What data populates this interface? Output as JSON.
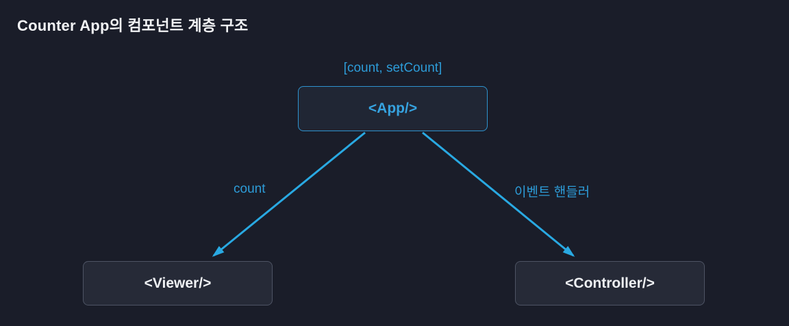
{
  "title": "Counter App의 컴포넌트 계층 구조",
  "diagram": {
    "state_label": "[count, setCount]",
    "nodes": {
      "app": {
        "label": "<App/>"
      },
      "viewer": {
        "label": "<Viewer/>"
      },
      "controller": {
        "label": "<Controller/>"
      }
    },
    "edges": {
      "app_to_viewer": {
        "label": "count"
      },
      "app_to_controller": {
        "label": "이벤트 핸들러"
      }
    },
    "colors": {
      "background": "#1a1d29",
      "arrow_blue": "#29a9e2",
      "label_blue": "#2d9cd8",
      "app_border_blue": "#2e93cf",
      "app_text_blue": "#36a3e0",
      "child_border_gray": "#4e5464",
      "node_fill_dark": "#262a37",
      "title_white": "#f2f3f5"
    }
  }
}
